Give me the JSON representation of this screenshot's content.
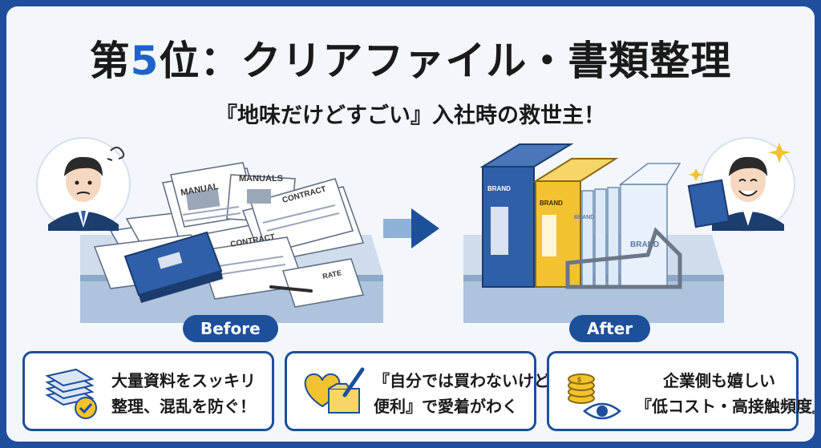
{
  "title": {
    "prefix": "第",
    "number": "5",
    "suffix": "位：クリアファイル・書類整理"
  },
  "subtitle": "『地味だけどすごい』入社時の救世主！",
  "before_label": "Before",
  "after_label": "After",
  "before_scene": {
    "doc_labels": [
      "MANUAL",
      "MANUALS",
      "CONTRACT",
      "CONTRACT",
      "RATE"
    ]
  },
  "after_scene": {
    "binder_labels": [
      "BRAND",
      "BRAND",
      "BRAND",
      "BRAND"
    ]
  },
  "cards": [
    {
      "line1": "大量資料をスッキリ",
      "line2": "整理、混乱を防ぐ！",
      "icon": "document-stack-check-icon"
    },
    {
      "line1": "『自分では買わないけど",
      "line2": "便利』で愛着がわく",
      "icon": "heart-folder-pen-icon"
    },
    {
      "line1": "企業側も嬉しい",
      "line2": "『低コスト・高接触頻度』",
      "icon": "coins-eye-icon"
    }
  ],
  "colors": {
    "navy": "#1d4f9a",
    "accent_blue": "#1e63c8",
    "yellow": "#f2c230",
    "background": "#f3f7fc"
  }
}
